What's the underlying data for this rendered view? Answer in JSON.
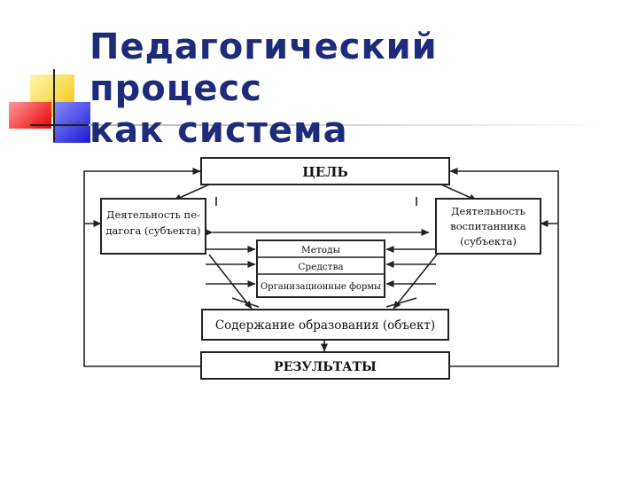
{
  "slide": {
    "title_line1": "Педагогический процесс",
    "title_line2": "как система"
  },
  "diagram": {
    "goal": "ЦЕЛЬ",
    "teacher_activity_line1": "Деятельность пе-",
    "teacher_activity_line2": "дагога (субъекта)",
    "pupil_activity_line1": "Деятельность",
    "pupil_activity_line2": "воспитанника",
    "pupil_activity_line3": "(субъекта)",
    "methods": "Методы",
    "means": "Средства",
    "forms": "Организационные формы",
    "content": "Содержание образования (объект)",
    "results": "РЕЗУЛЬТАТЫ"
  },
  "colors": {
    "title": "#1d2b7a",
    "accent_yellow": "#f2c400",
    "accent_red": "#e60000",
    "accent_blue": "#1a1ad0"
  }
}
